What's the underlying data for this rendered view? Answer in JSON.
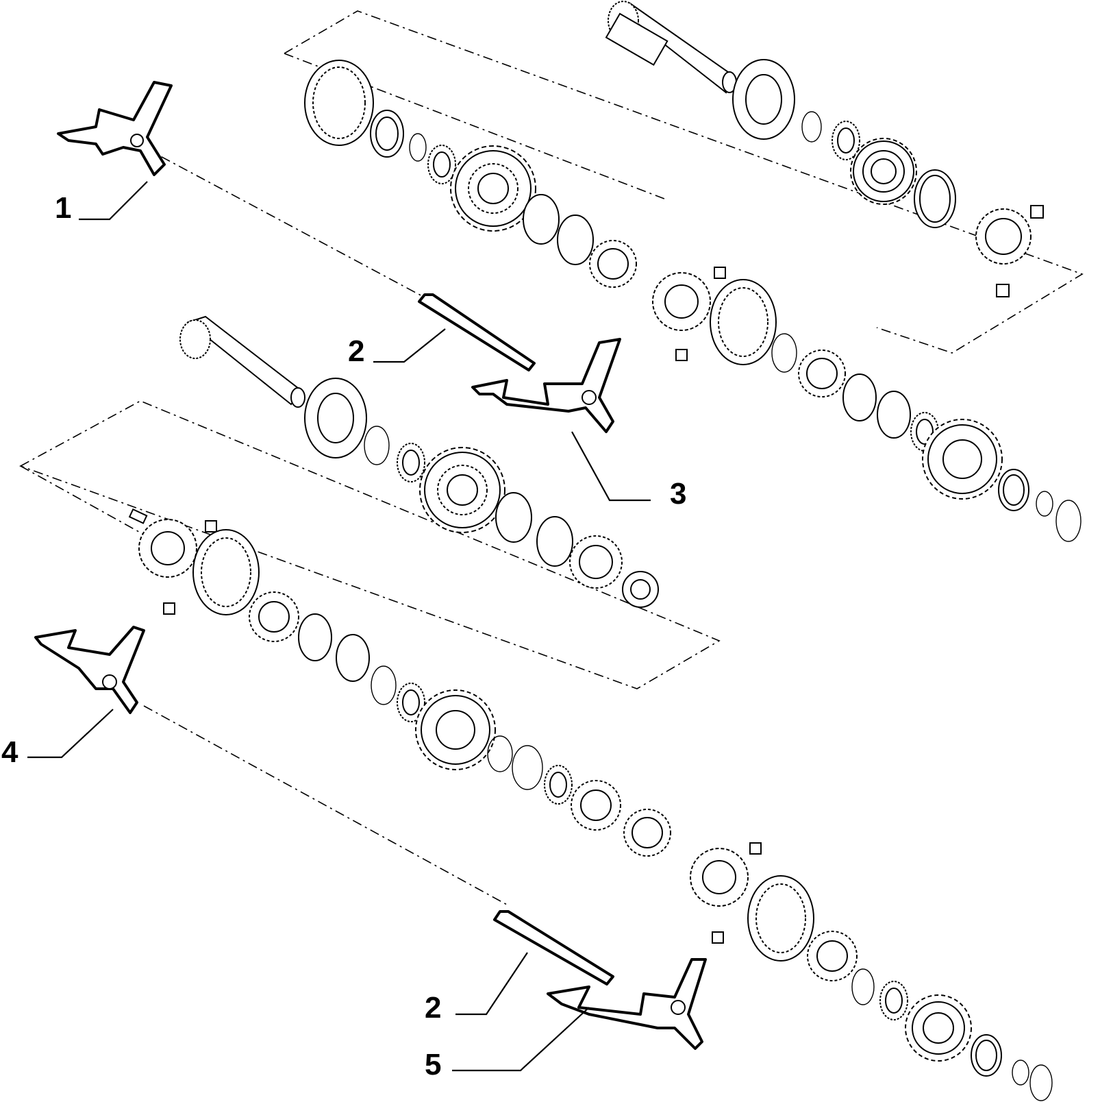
{
  "callouts": {
    "c1": "1",
    "c2a": "2",
    "c3": "3",
    "c4": "4",
    "c2b": "2",
    "c5": "5"
  }
}
